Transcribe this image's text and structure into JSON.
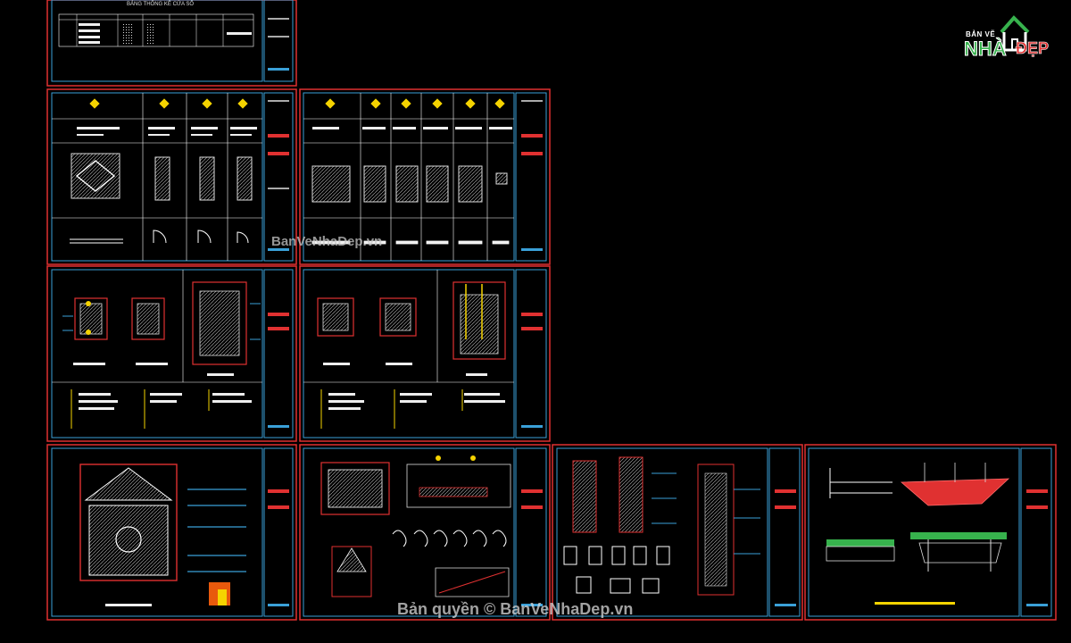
{
  "watermark": {
    "center": "BanVeNhaDep.vn",
    "bottom": "Bản quyền © BanVeNhaDep.vn"
  },
  "logo": {
    "small": "BẢN VẼ",
    "nha": "NHÀ",
    "dep": "ĐẸP"
  },
  "sheet1": {
    "table_title": "BẢNG THỐNG KÊ CỬA SỔ"
  },
  "colors": {
    "frame": "#e03131",
    "inner": "#3aa0d8",
    "bg": "#000000",
    "line": "#ffffff",
    "tag": "#f5d300"
  },
  "icons": [
    "logo-house-icon"
  ]
}
